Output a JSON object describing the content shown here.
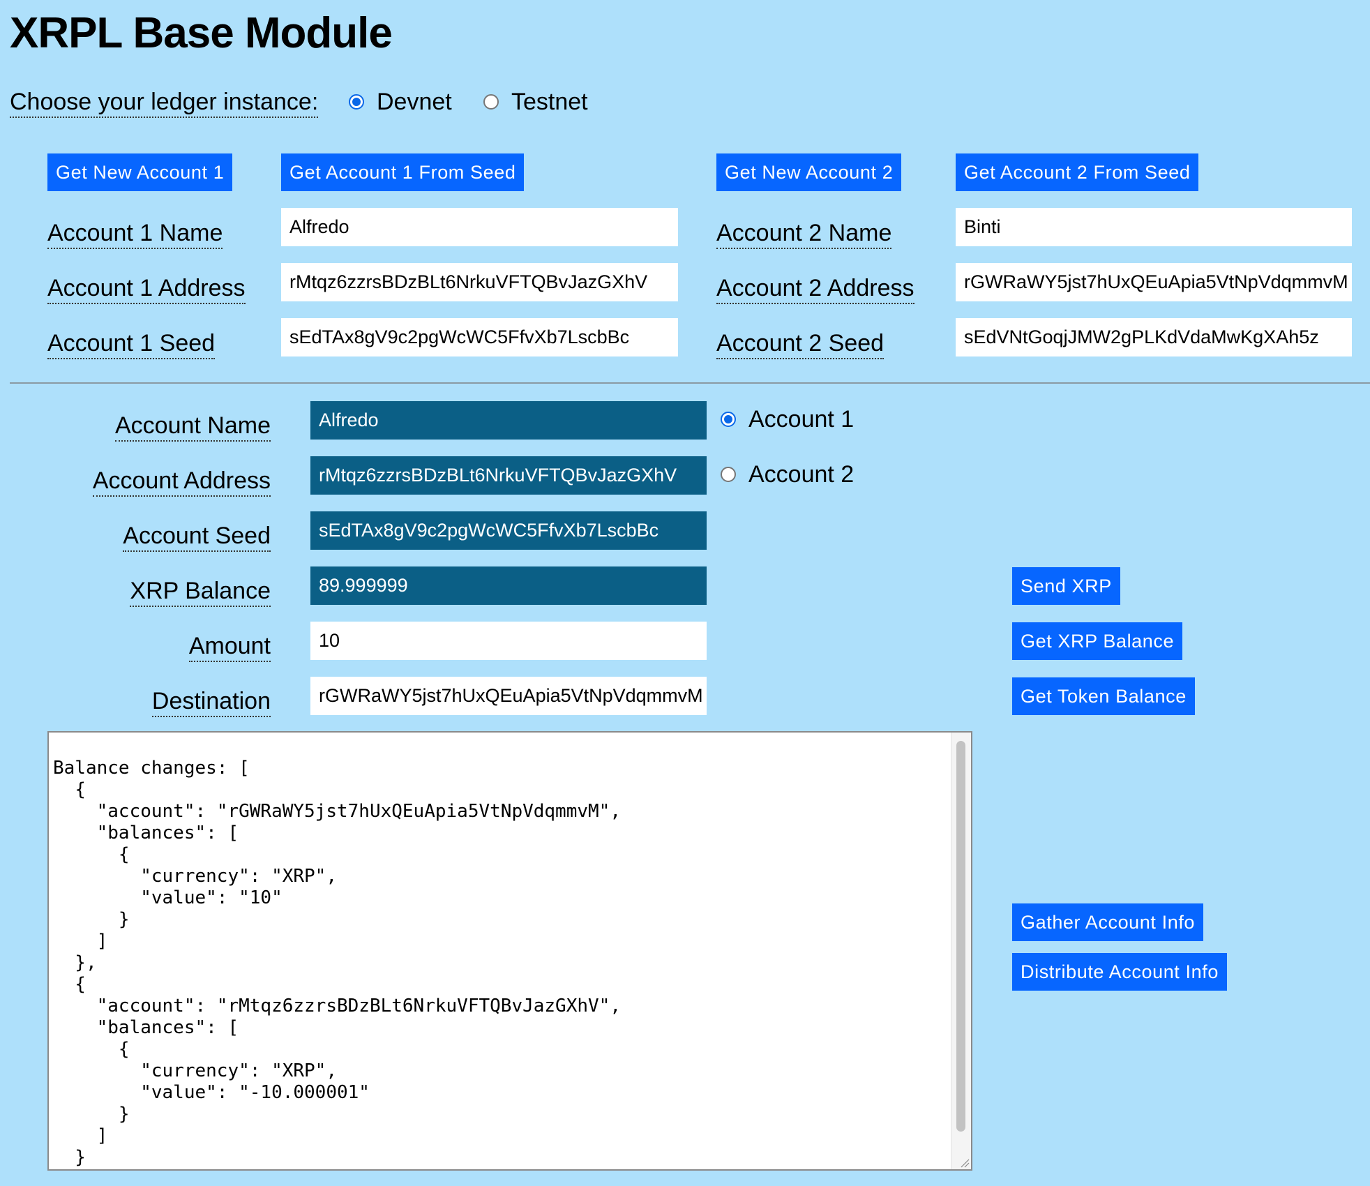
{
  "title": "XRPL Base Module",
  "ledger": {
    "label": "Choose your ledger instance:",
    "options": [
      "Devnet",
      "Testnet"
    ],
    "selected": "Devnet"
  },
  "account1": {
    "new_button": "Get New Account 1",
    "seed_button": "Get Account 1 From Seed",
    "name_label": "Account 1 Name",
    "address_label": "Account 1 Address",
    "seed_label": "Account 1 Seed",
    "name": "Alfredo",
    "address": "rMtqz6zzrsBDzBLt6NrkuVFTQBvJazGXhV",
    "seed": "sEdTAx8gV9c2pgWcWC5FfvXb7LscbBc"
  },
  "account2": {
    "new_button": "Get New Account 2",
    "seed_button": "Get Account 2 From Seed",
    "name_label": "Account 2 Name",
    "address_label": "Account 2 Address",
    "seed_label": "Account 2 Seed",
    "name": "Binti",
    "address": "rGWRaWY5jst7hUxQEuApia5VtNpVdqmmvM",
    "seed": "sEdVNtGoqjJMW2gPLKdVdaMwKgXAh5z"
  },
  "current": {
    "name_label": "Account Name",
    "address_label": "Account Address",
    "seed_label": "Account Seed",
    "balance_label": "XRP Balance",
    "amount_label": "Amount",
    "destination_label": "Destination",
    "name": "Alfredo",
    "address": "rMtqz6zzrsBDzBLt6NrkuVFTQBvJazGXhV",
    "seed": "sEdTAx8gV9c2pgWcWC5FfvXb7LscbBc",
    "balance": "89.999999",
    "amount": "10",
    "destination": "rGWRaWY5jst7hUxQEuApia5VtNpVdqmmvM",
    "account_options": [
      "Account 1",
      "Account 2"
    ],
    "selected_account": "Account 1"
  },
  "actions": {
    "send_xrp": "Send XRP",
    "get_xrp_balance": "Get XRP Balance",
    "get_token_balance": "Get Token Balance",
    "gather_info": "Gather Account Info",
    "distribute_info": "Distribute Account Info"
  },
  "results": "Balance changes: [\n  {\n    \"account\": \"rGWRaWY5jst7hUxQEuApia5VtNpVdqmmvM\",\n    \"balances\": [\n      {\n        \"currency\": \"XRP\",\n        \"value\": \"10\"\n      }\n    ]\n  },\n  {\n    \"account\": \"rMtqz6zzrsBDzBLt6NrkuVFTQBvJazGXhV\",\n    \"balances\": [\n      {\n        \"currency\": \"XRP\",\n        \"value\": \"-10.000001\"\n      }\n    ]\n  }"
}
